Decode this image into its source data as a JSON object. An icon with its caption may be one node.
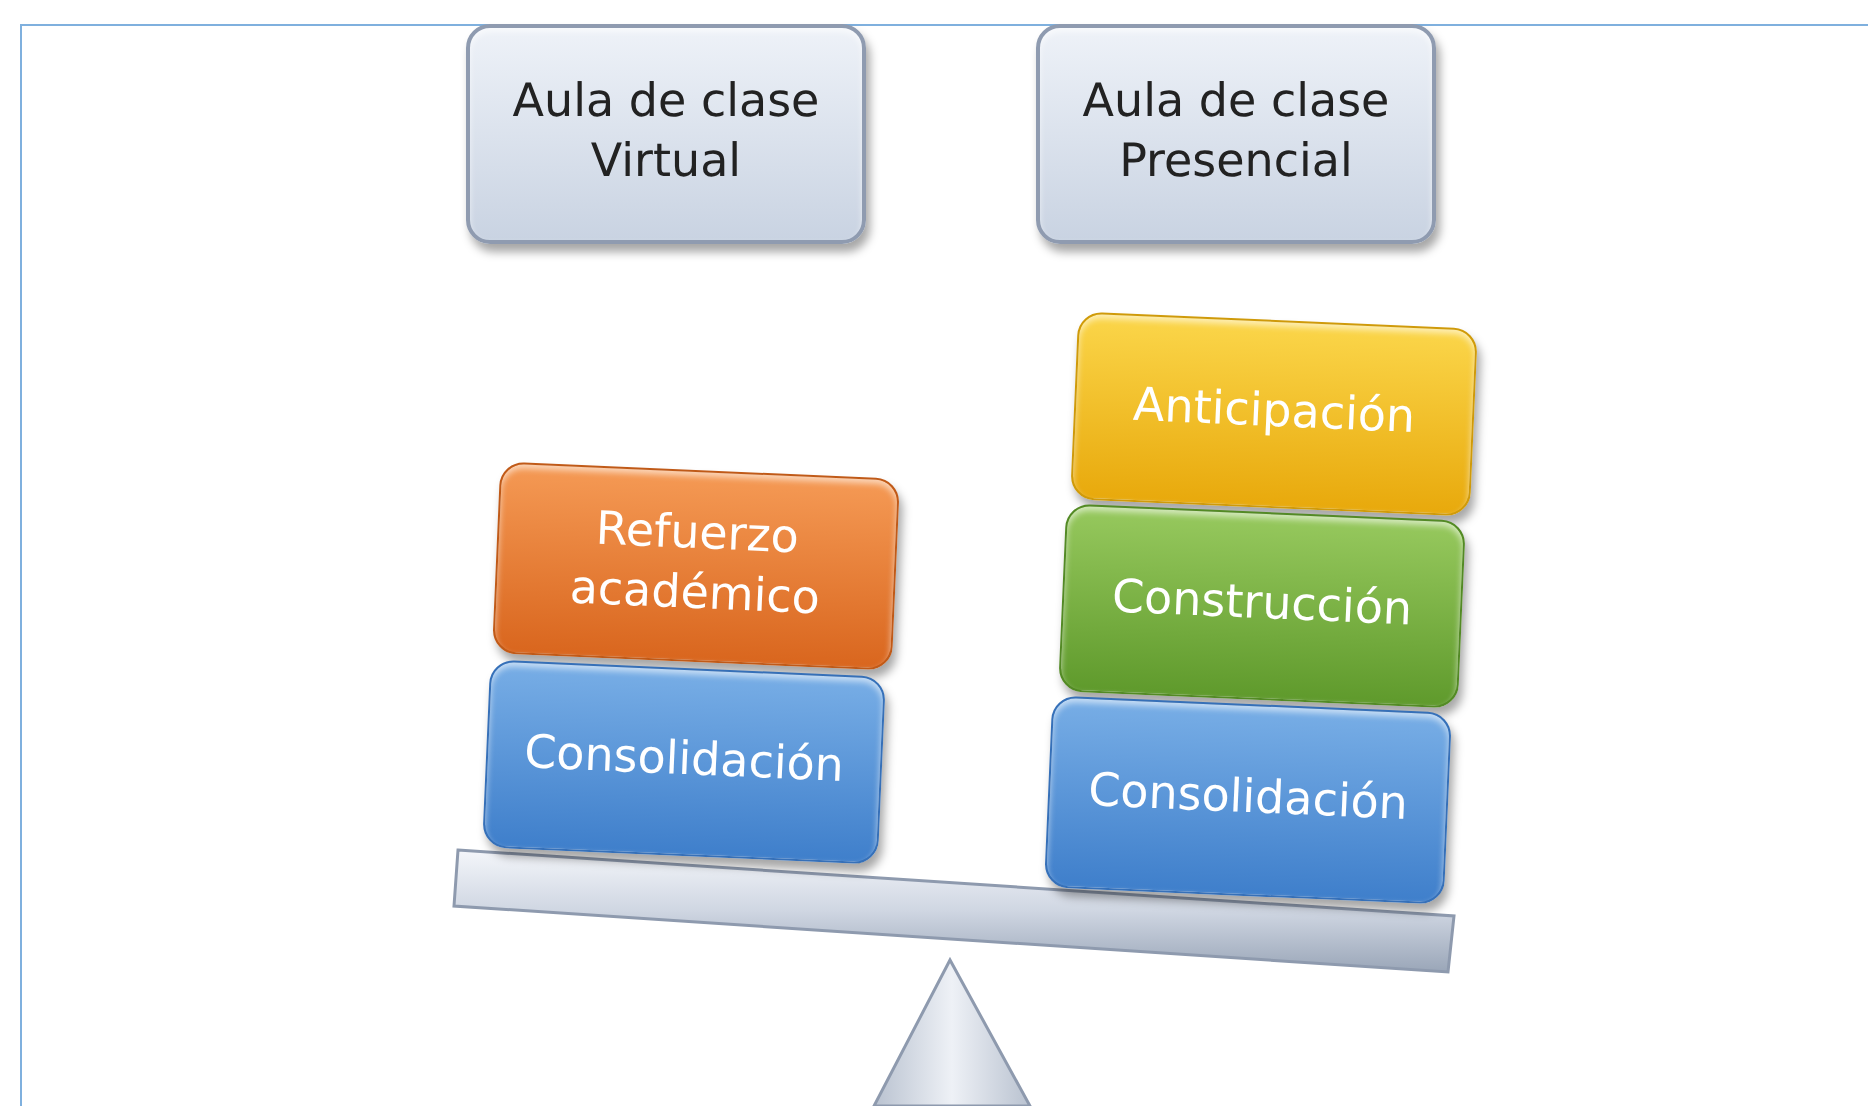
{
  "diagram": {
    "nodes": [
      {
        "text": [
          "Aula de clase Virtual"
        ]
      },
      {
        "text": [
          "Aula de clase Presencial"
        ]
      },
      {
        "text": [
          "Refuerzo académico"
        ]
      },
      {
        "text": [
          "Consolidación"
        ]
      },
      {
        "text": [
          "Anticipación"
        ]
      },
      {
        "text": [
          "Construcción"
        ]
      },
      {
        "text": [
          "Consolidación"
        ]
      }
    ]
  }
}
